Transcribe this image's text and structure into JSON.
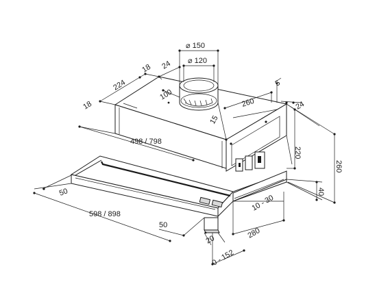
{
  "dimensions": {
    "outlet_outer_diameter": "⌀ 150",
    "outlet_inner_diameter": "⌀ 120",
    "top_depth": "224",
    "top_offset_18": "18",
    "outlet_offset_24": "24",
    "outlet_offset_100": "100",
    "left_margin_18": "18",
    "body_width": "498 / 798",
    "top_right_260": "260",
    "right_5": "5",
    "right_24": "24",
    "outlet_15": "15",
    "body_height_220": "220",
    "total_height_260": "260",
    "front_height_40": "40",
    "adjust_10_30": "10 - 30",
    "front_left_50": "50",
    "front_width": "598 / 898",
    "front_right_50": "50",
    "bottom_20": "20",
    "depth_280": "280",
    "extension_0_152": "0 - 152"
  }
}
